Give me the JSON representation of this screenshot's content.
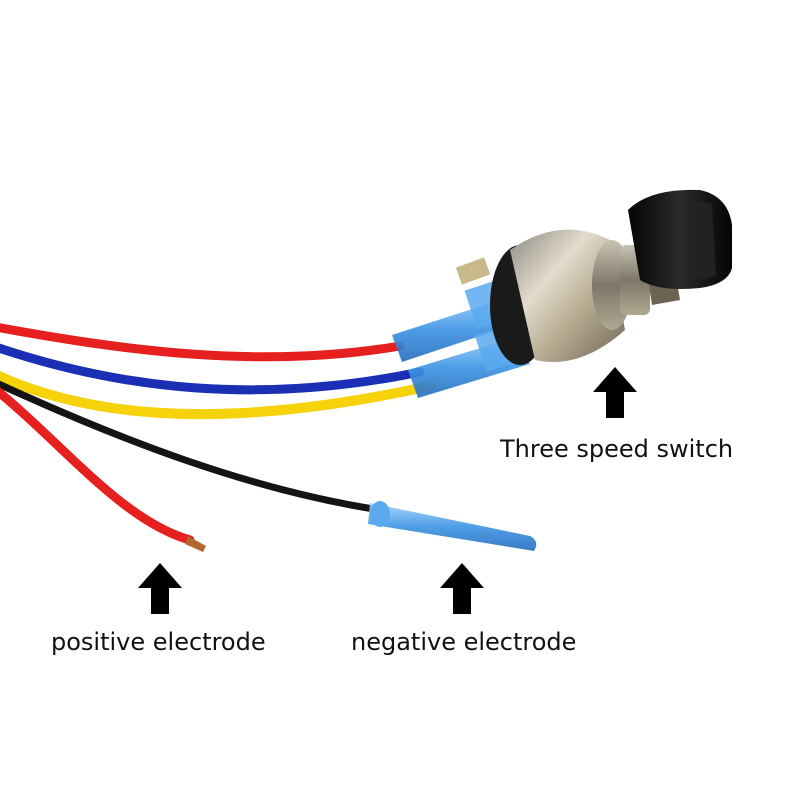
{
  "labels": {
    "switch": "Three speed switch",
    "positive": "positive electrode",
    "negative": "negative electrode"
  },
  "colors": {
    "background": "#ffffff",
    "wire_red": "#e5201f",
    "wire_blue": "#1b2fb5",
    "wire_yellow": "#f5d20a",
    "wire_black": "#141414",
    "connector_blue": "#4aa0e8",
    "switch_body": "#b8b0a0",
    "knob": "#0c0c0c",
    "arrow": "#000000"
  },
  "icons": [
    "up-arrow-icon"
  ]
}
